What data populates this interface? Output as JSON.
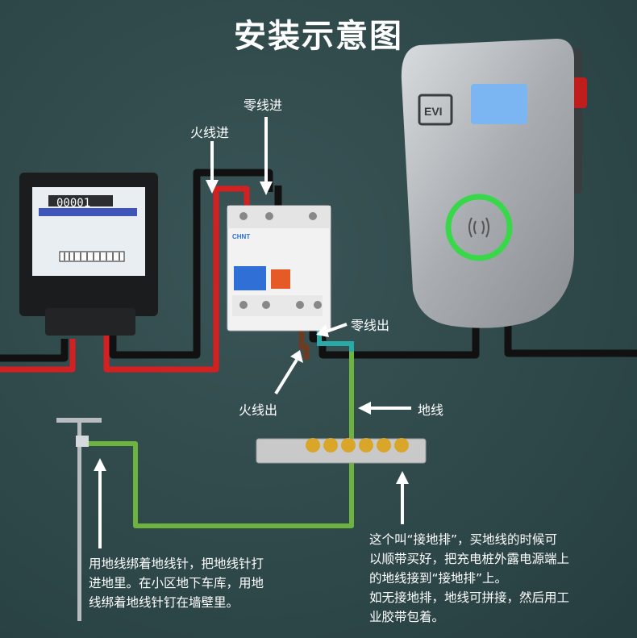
{
  "title": "安装示意图",
  "labels": {
    "neutral_in": "零线进",
    "live_in": "火线进",
    "neutral_out": "零线出",
    "live_out": "火线出",
    "ground": "地线"
  },
  "meter_display": "00001",
  "breaker_brand": "CHNT",
  "charger_logo": "EVI",
  "notes": {
    "left": [
      "用地线绑着地线针，把地线针打",
      "进地里。在小区地下车库，用地",
      "线绑着地线针钉在墙壁里。"
    ],
    "right": [
      "这个叫“接地排”，买地线的时候可",
      "以顺带买好，把充电桩外露电源端上",
      "的地线接到“接地排”上。",
      "如无接地排，地线可拼接，然后用工",
      "业胶带包着。"
    ]
  },
  "colors": {
    "background": "#2f4a4c",
    "live_wire": "#d42020",
    "neutral_wire": "#111111",
    "ground_wire": "#6db33f",
    "charger_ring": "#39d84a",
    "text": "#ffffff"
  }
}
